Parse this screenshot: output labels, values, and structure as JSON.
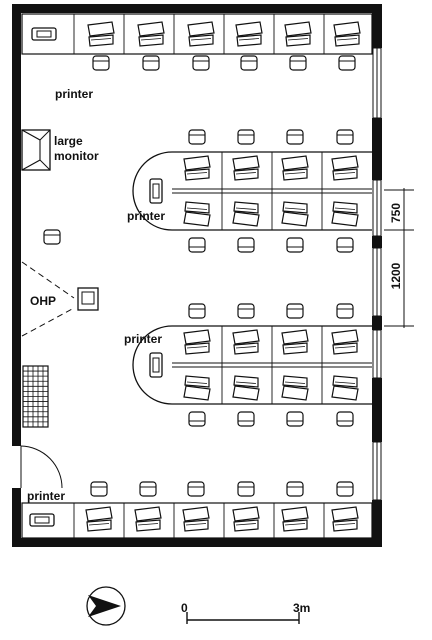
{
  "labels": {
    "printer_top": "printer",
    "large_monitor_line1": "large",
    "large_monitor_line2": "monitor",
    "printer_mid_top": "printer",
    "ohp": "OHP",
    "printer_mid_bottom": "printer",
    "printer_bottom": "printer"
  },
  "dimensions": {
    "upper": "750",
    "lower": "1200"
  },
  "scale": {
    "start": "0",
    "end": "3m"
  },
  "icons": {
    "north_arrow": "north-arrow-icon",
    "workstation": "computer-workstation-icon",
    "chair": "chair-icon",
    "printer": "printer-icon",
    "grid": "floor-grid-icon"
  },
  "colors": {
    "ink": "#111111",
    "paper": "#ffffff"
  }
}
